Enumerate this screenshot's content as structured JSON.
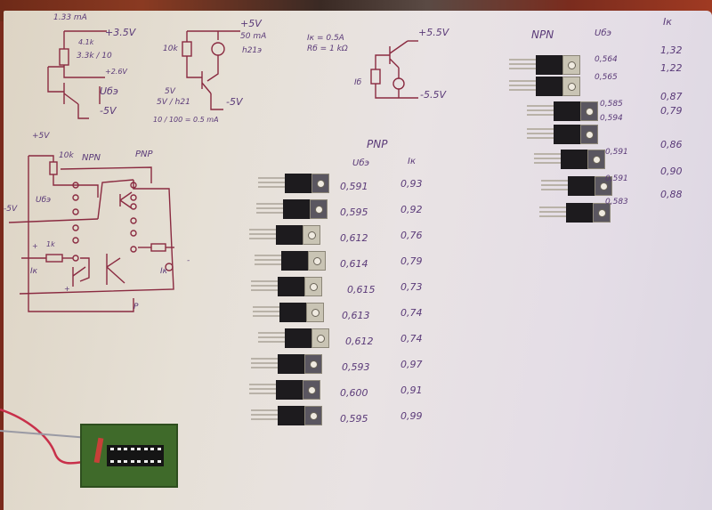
{
  "scene": {
    "description": "Photograph of handwritten test notes with TO-220 style transistors and a small PCB tester",
    "ink_color": "#5a3a78",
    "sketch_color": "#8a2a40",
    "paper_color": "#e6e0d8",
    "pcb_color": "#3f6a2a"
  },
  "sketch_top_left": {
    "labels": [
      "1.33 mA",
      "+3.5V",
      "4.1k",
      "3.3k / 10",
      "+2.6V",
      "Uбэ",
      "-5V"
    ]
  },
  "sketch_top_middle": {
    "labels": [
      "+5V",
      "10k",
      "50 mA",
      "h21э",
      "5V",
      "5V / h21",
      "-5V",
      "10 / 100 = 0.5 mA"
    ]
  },
  "sketch_top_right": {
    "labels": [
      "Iк = 0.5A",
      "Rб = 1 kΩ",
      "+5.5V",
      "Iб",
      "-5.5V"
    ]
  },
  "sketch_tester": {
    "labels": [
      "+5V",
      "10k",
      "NPN",
      "PNP",
      "Uбэ",
      "-5V",
      "1k",
      "+",
      "Iк",
      "Iк",
      "+",
      "-",
      "P"
    ]
  },
  "table_pnp": {
    "title": "PNP",
    "headers": [
      "Uбэ",
      "Iк"
    ],
    "rows": [
      [
        "0,591",
        "0,93"
      ],
      [
        "0,595",
        "0,92"
      ],
      [
        "0,612",
        "0,76"
      ],
      [
        "0,614",
        "0,79"
      ],
      [
        "0,615",
        "0,73"
      ],
      [
        "0,613",
        "0,74"
      ],
      [
        "0,612",
        "0,74"
      ],
      [
        "0,593",
        "0,97"
      ],
      [
        "0,600",
        "0,91"
      ],
      [
        "0,595",
        "0,99"
      ]
    ]
  },
  "table_npn": {
    "title": "NPN",
    "headers": [
      "Uбэ",
      "Iк"
    ],
    "rows": [
      [
        "0,564",
        "1,32"
      ],
      [
        "0,565",
        "1,22"
      ],
      [
        "0,585",
        "0,87"
      ],
      [
        "0,594",
        "0,79"
      ],
      [
        "0,591",
        "0,86"
      ],
      [
        "0,591",
        "0,90"
      ],
      [
        "0,583",
        "0,88"
      ]
    ]
  },
  "transistor_counts": {
    "pnp": 10,
    "npn": 7
  }
}
